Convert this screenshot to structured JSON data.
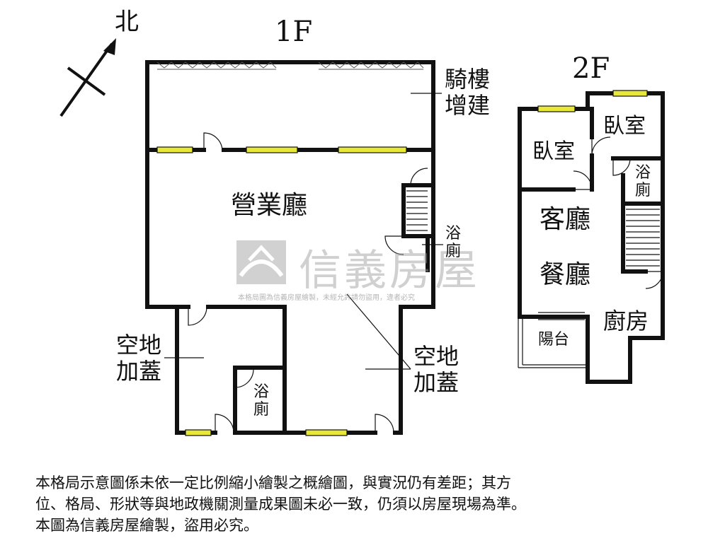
{
  "floor_labels": {
    "first": "1F",
    "second": "2F"
  },
  "compass": {
    "north": "北"
  },
  "rooms_1f": {
    "arcade_extension": "騎樓增建",
    "business_hall": "營業廳",
    "bath_right": "浴廁",
    "open_land_left": "空地加蓋",
    "bath_lower": "浴廁",
    "open_land_right": "空地加蓋"
  },
  "rooms_2f": {
    "bedroom_left": "臥室",
    "bedroom_right": "臥室",
    "bath": "浴廁",
    "living_room": "客廳",
    "dining_room": "餐廳",
    "balcony": "陽台",
    "kitchen": "廚房"
  },
  "watermark": {
    "brand": "信義房屋",
    "note": "本格局圖為信義房屋繪製，未經允許請勿盜用，違者必究"
  },
  "disclaimer": {
    "line1": "本格局示意圖係未依一定比例縮小繪製之概繪圖，與實況仍有差距；其方",
    "line2": "位、格局、形狀等與地政機關測量成果圖未必一致，仍須以房屋現場為準。",
    "line3": "本圖為信義房屋繪製，盜用必究。"
  },
  "colors": {
    "wall": "#111111",
    "window": "#e8e83a",
    "watermark": "#9a9a9a"
  }
}
